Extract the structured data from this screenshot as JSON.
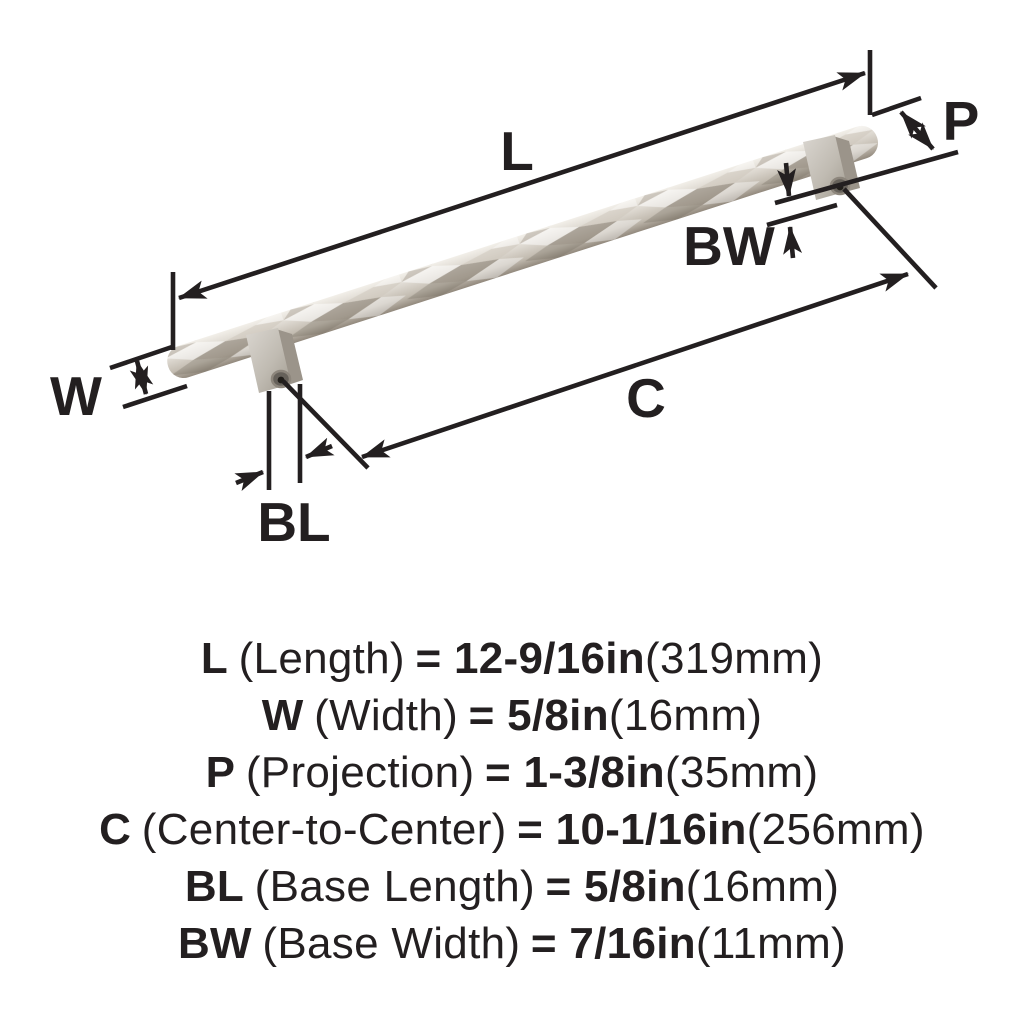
{
  "diagram": {
    "dim_labels": {
      "L": "L",
      "W": "W",
      "P": "P",
      "C": "C",
      "BL": "BL",
      "BW": "BW"
    },
    "colors": {
      "ink": "#231f20",
      "bar_highlight": "#f0ede8",
      "bar_mid": "#d7d2ca",
      "bar_shadow": "#948c80",
      "facet_dark": "#867d70",
      "post_light": "#d6d2cb",
      "post_dark": "#9b948a",
      "screw_hole": "#66615a"
    }
  },
  "specs": [
    {
      "code": "L",
      "name": "(Length)",
      "value": "= 12-9/16in",
      "metric": "(319mm)"
    },
    {
      "code": "W",
      "name": "(Width)",
      "value": "= 5/8in",
      "metric": "(16mm)"
    },
    {
      "code": "P",
      "name": "(Projection)",
      "value": "= 1-3/8in",
      "metric": "(35mm)"
    },
    {
      "code": "C",
      "name": "(Center-to-Center)",
      "value": "= 10-1/16in",
      "metric": "(256mm)"
    },
    {
      "code": "BL",
      "name": "(Base Length)",
      "value": "= 5/8in",
      "metric": "(16mm)"
    },
    {
      "code": "BW",
      "name": "(Base Width)",
      "value": "= 7/16in",
      "metric": "(11mm)"
    }
  ]
}
